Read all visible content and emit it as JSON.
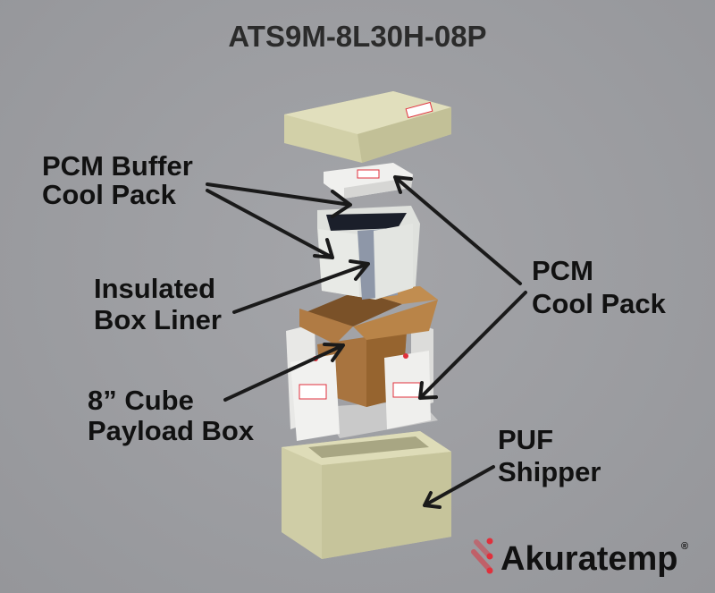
{
  "title": "ATS9M-8L30H-08P",
  "labels": {
    "buffer_pack": [
      "PCM Buffer",
      "Cool Pack"
    ],
    "liner": [
      "Insulated",
      "Box Liner"
    ],
    "payload": [
      "8” Cube",
      "Payload Box"
    ],
    "cool_pack": [
      "PCM",
      "Cool Pack"
    ],
    "shipper": [
      "PUF",
      "Shipper"
    ]
  },
  "logo": {
    "name": "Akuratemp",
    "mark": "®"
  },
  "colors": {
    "accent": "#e0303c",
    "background": "#9c9da1",
    "foam": "#d8d6b0",
    "box": "#a8743f"
  }
}
